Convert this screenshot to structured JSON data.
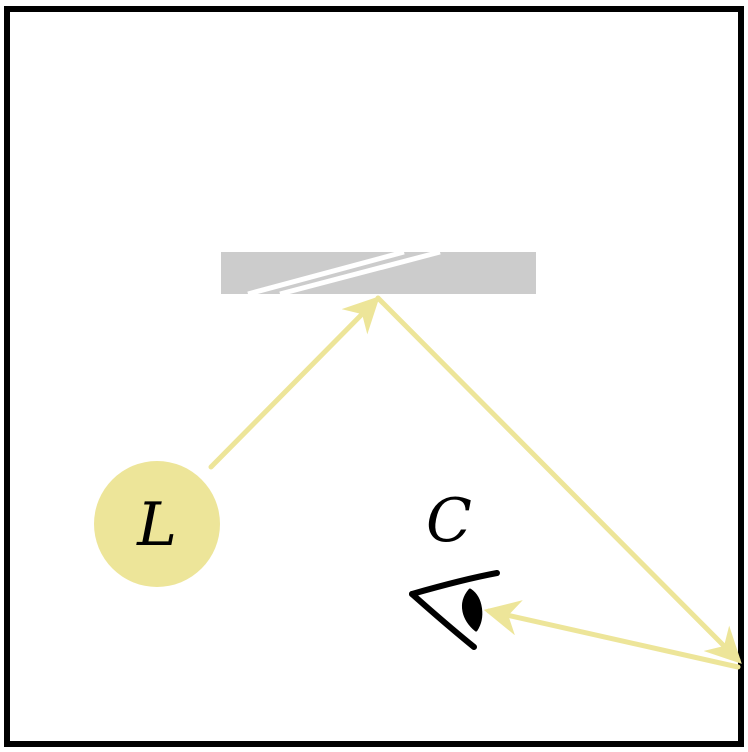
{
  "labels": {
    "light": "L",
    "camera": "C"
  },
  "colors": {
    "frame": "#000000",
    "ray": "#ede599",
    "light_fill": "#ede599",
    "mirror": "#cccccc",
    "mirror_glint": "#ffffff",
    "eye": "#000000",
    "background": "#ffffff"
  },
  "icons": {
    "light_source": "light-source-circle",
    "mirror": "mirror-surface",
    "camera": "eye-icon"
  }
}
